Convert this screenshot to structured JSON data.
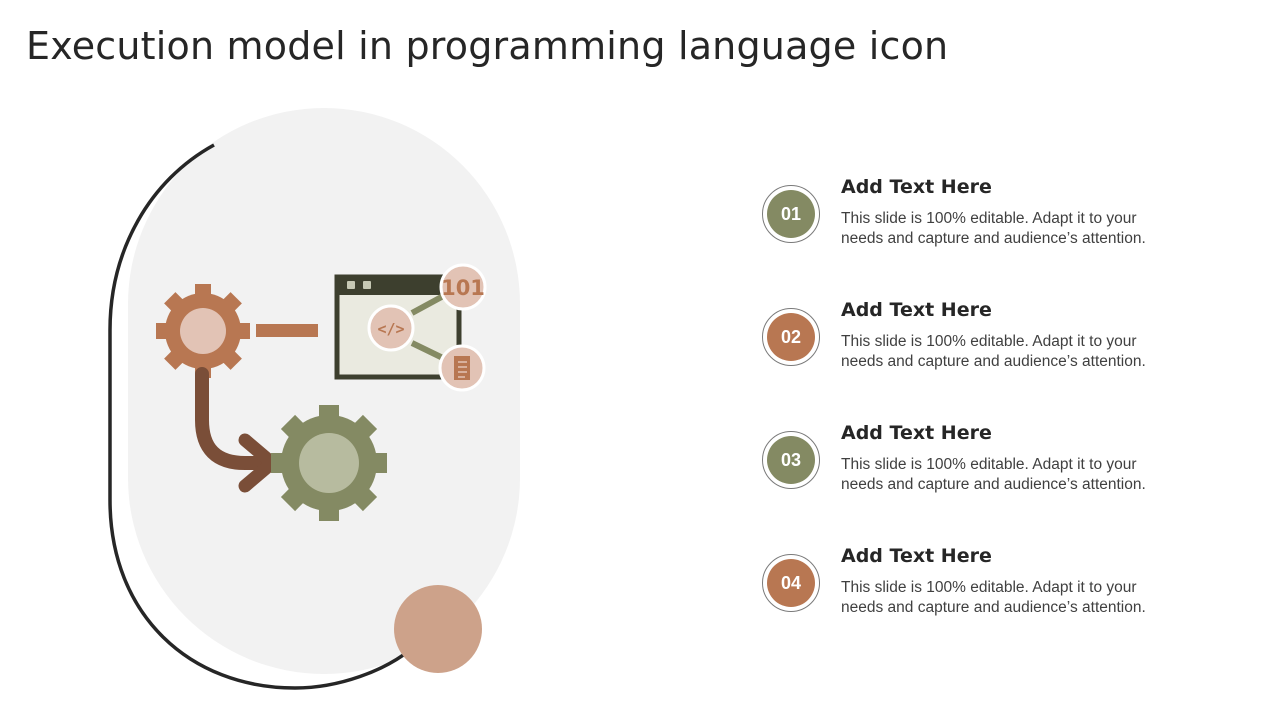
{
  "title": "Execution model in programming language icon",
  "illustration": {
    "binary_label": "101",
    "code_label": "</>"
  },
  "colors": {
    "olive": "#848a63",
    "brown": "#b87752",
    "peach": "#cda28a",
    "light_peach": "#e2c3b5",
    "dark_brown": "#7a4e38",
    "dark_window": "#3d3f2e",
    "panel": "#f2f2f2"
  },
  "items": [
    {
      "number": "01",
      "heading": "Add Text Here",
      "text": "This slide is 100% editable. Adapt it to your needs and capture and audience’s attention.",
      "color": "#848a63"
    },
    {
      "number": "02",
      "heading": "Add Text Here",
      "text": "This slide is 100% editable. Adapt it to your needs and capture and audience’s attention.",
      "color": "#b87752"
    },
    {
      "number": "03",
      "heading": "Add Text Here",
      "text": "This slide is 100% editable. Adapt it to your needs and capture and audience’s attention.",
      "color": "#848a63"
    },
    {
      "number": "04",
      "heading": "Add Text Here",
      "text": "This slide is 100% editable. Adapt it to your needs and capture and audience’s attention.",
      "color": "#b87752"
    }
  ]
}
